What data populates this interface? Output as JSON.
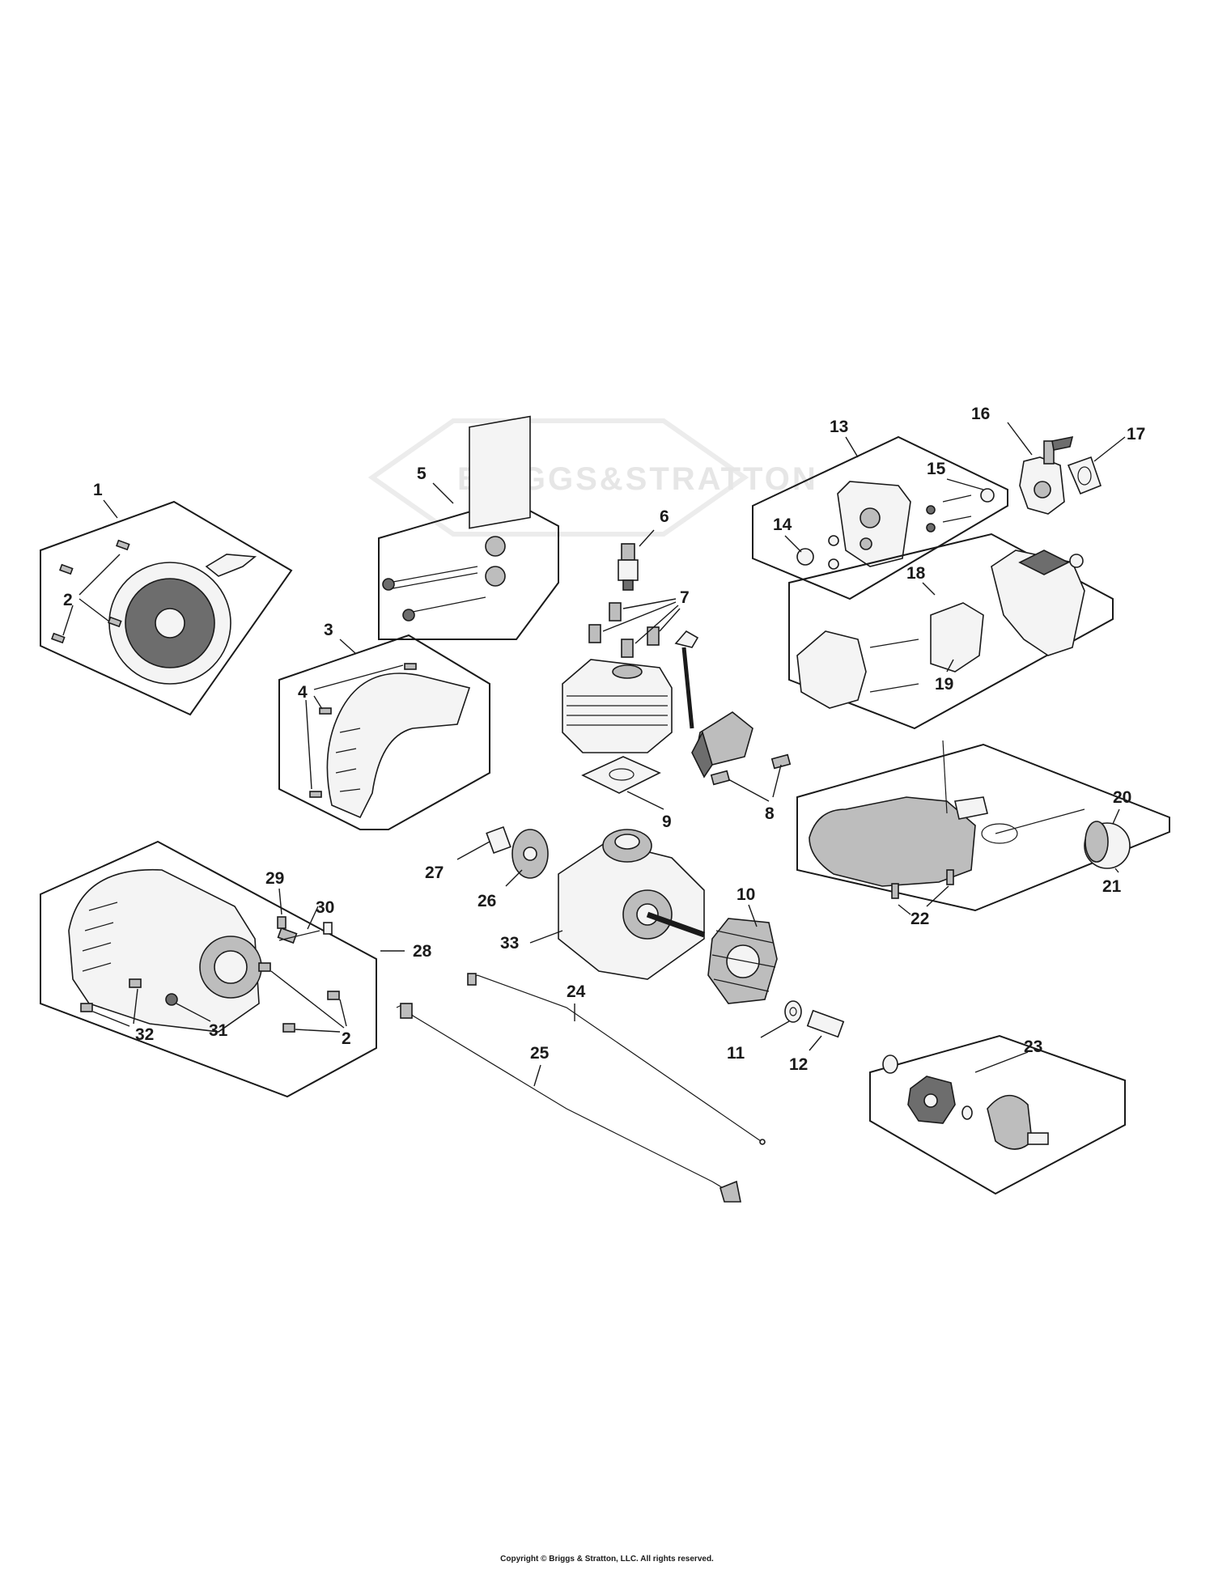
{
  "watermark": "BRIGGS&STRATTON",
  "copyright": "Copyright © Briggs & Stratton, LLC. All rights reserved.",
  "callouts": {
    "c1": "1",
    "c2a": "2",
    "c2b": "2",
    "c3": "3",
    "c4": "4",
    "c5": "5",
    "c6": "6",
    "c7": "7",
    "c8": "8",
    "c9": "9",
    "c10": "10",
    "c11": "11",
    "c12": "12",
    "c13": "13",
    "c14": "14",
    "c15": "15",
    "c16": "16",
    "c17": "17",
    "c18": "18",
    "c19": "19",
    "c20": "20",
    "c21": "21",
    "c22": "22",
    "c23": "23",
    "c24": "24",
    "c25": "25",
    "c26": "26",
    "c27": "27",
    "c28": "28",
    "c29": "29",
    "c30": "30",
    "c31": "31",
    "c32": "32",
    "c33": "33"
  }
}
